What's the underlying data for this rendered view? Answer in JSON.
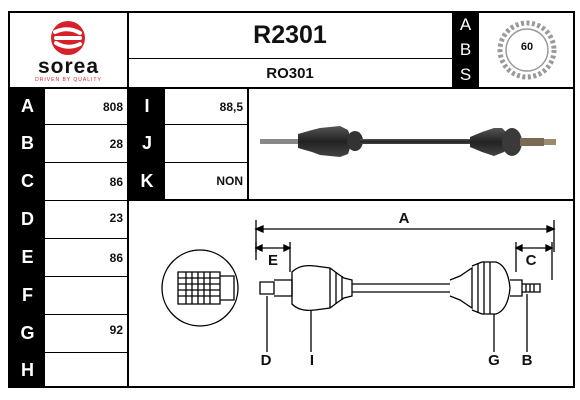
{
  "logo": {
    "name": "sorea",
    "tagline": "DRIVEN BY QUALITY",
    "color": "#d6202a"
  },
  "header": {
    "reference": "R2301",
    "alt_reference": "RO301"
  },
  "abs": {
    "letters": [
      "A",
      "B",
      "S"
    ],
    "teeth": "60"
  },
  "rows_left": [
    {
      "letter": "A",
      "value": "808"
    },
    {
      "letter": "B",
      "value": "28"
    },
    {
      "letter": "C",
      "value": "86"
    },
    {
      "letter": "D",
      "value": "23"
    },
    {
      "letter": "E",
      "value": "86"
    },
    {
      "letter": "F",
      "value": ""
    },
    {
      "letter": "G",
      "value": "92"
    },
    {
      "letter": "H",
      "value": ""
    }
  ],
  "rows_right": [
    {
      "letter": "I",
      "value": "88,5"
    },
    {
      "letter": "J",
      "value": ""
    },
    {
      "letter": "K",
      "value": "NON"
    }
  ],
  "diagram_labels": {
    "A": "A",
    "E": "E",
    "C": "C",
    "D": "D",
    "I": "I",
    "G": "G",
    "B": "B"
  }
}
